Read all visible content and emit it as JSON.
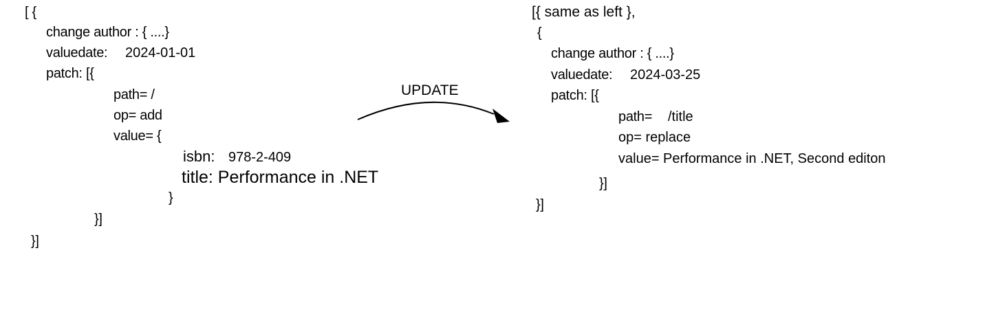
{
  "left": {
    "open": "[ {",
    "change_author": "change author : { ....}",
    "valuedate_key": "valuedate:",
    "valuedate_val": "2024-01-01",
    "patch": "patch: [{",
    "path": "path= /",
    "op": "op= add",
    "value_open": "value= {",
    "isbn_key": "isbn:",
    "isbn_val": "978-2-409",
    "title": "title: Performance in .NET",
    "value_close": "}",
    "patch_close": "}]",
    "close": "}]"
  },
  "arrow": {
    "label": "UPDATE",
    "color": "#000000"
  },
  "right": {
    "first": "[{ same as left },",
    "open": "{",
    "change_author": "change author : { ....}",
    "valuedate_key": "valuedate:",
    "valuedate_val": "2024-03-25",
    "patch": "patch: [{",
    "path_key": "path=",
    "path_val": "/title",
    "op": "op= replace",
    "value": "value= Performance in .NET, Second editon",
    "patch_close": "}]",
    "close": "}]"
  }
}
